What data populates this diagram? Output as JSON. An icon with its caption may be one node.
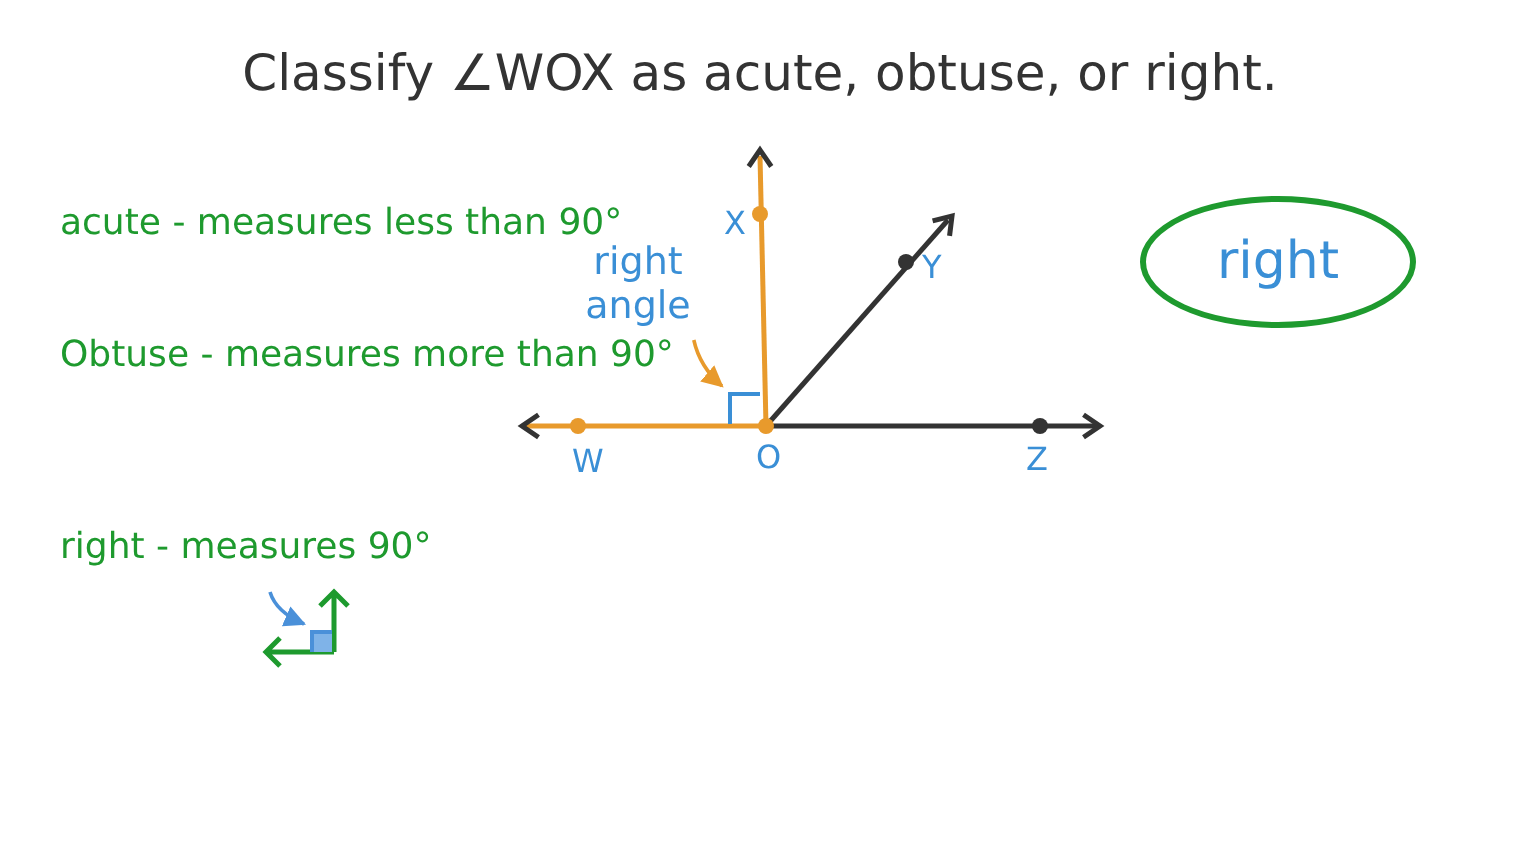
{
  "diagram": {
    "title": "Classify ∠WOX as acute, obtuse, or right.",
    "nodes": [
      {
        "text": [
          "right"
        ]
      },
      {
        "text": [
          "right angle"
        ]
      },
      {
        "text": [],
        "shape": "box"
      },
      {
        "text": [],
        "shape": "box"
      }
    ],
    "edges": [
      {
        "from": 1,
        "to": 2,
        "arrow": "to",
        "color": "#e89a2c"
      },
      {
        "from": null,
        "to": 3,
        "arrow": "to",
        "color": "#4a90d9"
      }
    ],
    "labels": [
      "acute - measures less than 90°",
      "Obtuse - measures more than 90°",
      "right - measures 90°",
      "X",
      "Y",
      "W",
      "O",
      "Z"
    ]
  }
}
